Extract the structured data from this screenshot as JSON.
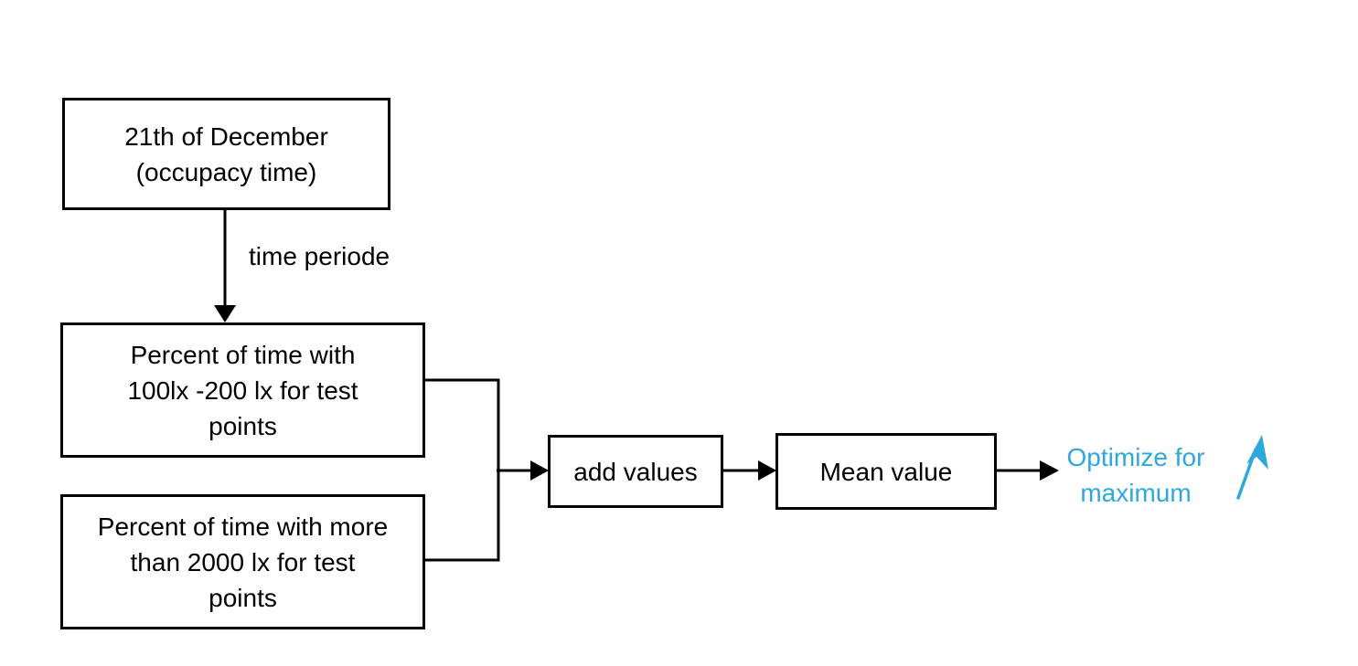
{
  "diagram": {
    "nodes": {
      "date": "21th of December\n(occupacy time)",
      "percent_low": "Percent of time  with\n100lx -200 lx for test\npoints",
      "percent_high": "Percent of time  with more\nthan 2000 lx for test\npoints",
      "add": "add values",
      "mean": "Mean value"
    },
    "edge_labels": {
      "time_period": "time periode"
    },
    "goal": {
      "text": "Optimize for\nmaximum",
      "icon": "arrow-up-right-icon"
    },
    "colors": {
      "stroke": "#000000",
      "accent": "#2ea8dc",
      "background": "#ffffff"
    }
  }
}
